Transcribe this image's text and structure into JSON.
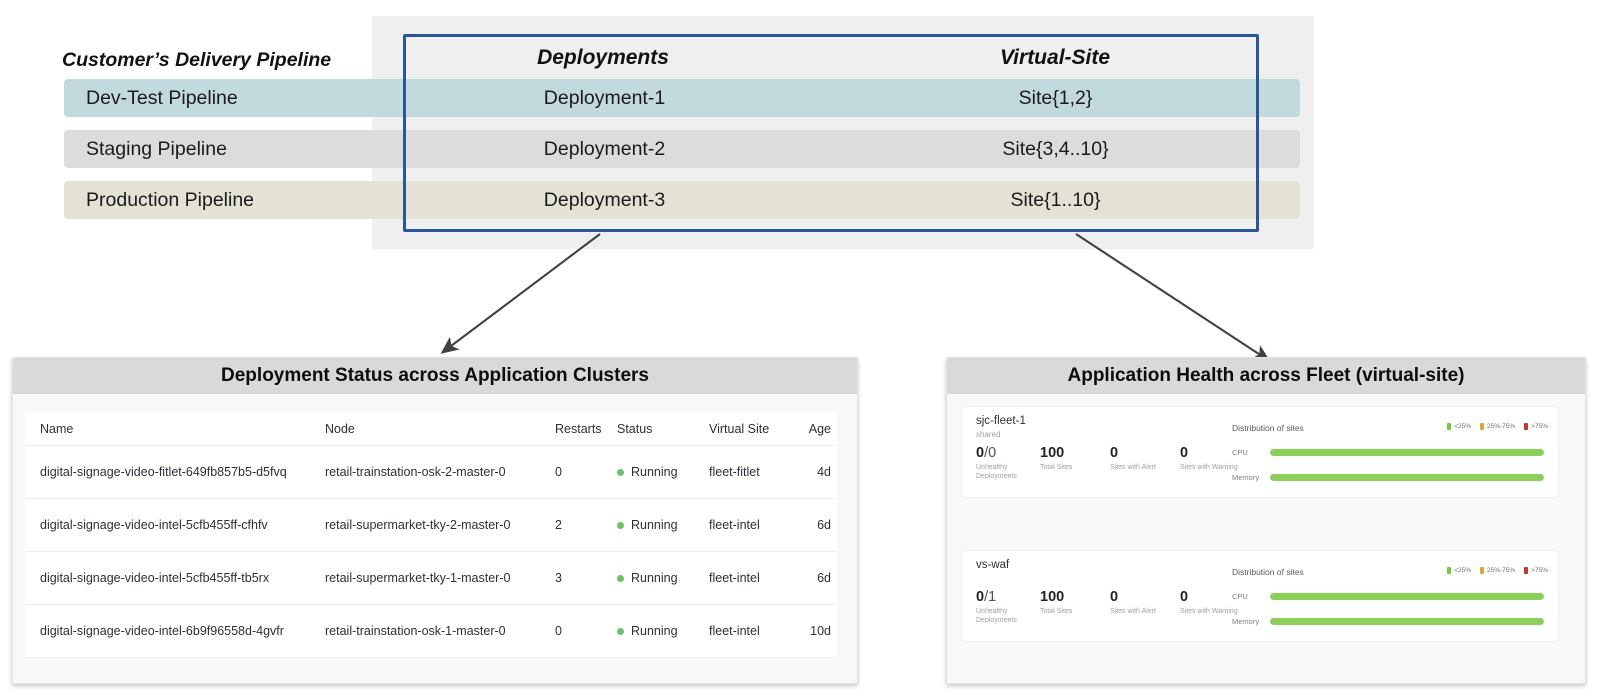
{
  "top_diagram": {
    "pipeline_header": "Customer’s Delivery Pipeline",
    "deployments_header": "Deployments",
    "virtual_site_header": "Virtual-Site",
    "rows": [
      {
        "pipeline": "Dev-Test Pipeline",
        "deployment": "Deployment-1",
        "virtual_site": "Site{1,2}",
        "color": "#c2d9dd"
      },
      {
        "pipeline": "Staging Pipeline",
        "deployment": "Deployment-2",
        "virtual_site": "Site{3,4..10}",
        "color": "#dcdcdc"
      },
      {
        "pipeline": "Production Pipeline",
        "deployment": "Deployment-3",
        "virtual_site": "Site{1..10}",
        "color": "#e4e1d5"
      }
    ],
    "highlight_border_color": "#2a5599",
    "panel_background": "#efefef"
  },
  "left_panel": {
    "title": "Deployment Status across Application Clusters",
    "columns": [
      "Name",
      "Node",
      "Restarts",
      "Status",
      "Virtual Site",
      "Age"
    ],
    "rows": [
      {
        "name": "digital-signage-video-fitlet-649fb857b5-d5fvq",
        "node": "retail-trainstation-osk-2-master-0",
        "restarts": "0",
        "status": "Running",
        "virtual_site": "fleet-fitlet",
        "age": "4d"
      },
      {
        "name": "digital-signage-video-intel-5cfb455ff-cfhfv",
        "node": "retail-supermarket-tky-2-master-0",
        "restarts": "2",
        "status": "Running",
        "virtual_site": "fleet-intel",
        "age": "6d"
      },
      {
        "name": "digital-signage-video-intel-5cfb455ff-tb5rx",
        "node": "retail-supermarket-tky-1-master-0",
        "restarts": "3",
        "status": "Running",
        "virtual_site": "fleet-intel",
        "age": "6d"
      },
      {
        "name": "digital-signage-video-intel-6b9f96558d-4gvfr",
        "node": "retail-trainstation-osk-1-master-0",
        "restarts": "0",
        "status": "Running",
        "virtual_site": "fleet-intel",
        "age": "10d"
      }
    ],
    "status_dot_color": "#6ac26a"
  },
  "right_panel": {
    "title": "Application Health across Fleet (virtual-site)",
    "distribution_label": "Distribution of sites",
    "legend": [
      {
        "label": "<25%",
        "color": "#7ac943"
      },
      {
        "label": "25%-75%",
        "color": "#e8a33d"
      },
      {
        "label": ">75%",
        "color": "#c0392b"
      }
    ],
    "cards": [
      {
        "name": "sjc-fleet-1",
        "subtitle": "shared",
        "stats": [
          {
            "value": "0",
            "denominator": "/0",
            "label": "Unhealthy Deployments"
          },
          {
            "value": "100",
            "denominator": "",
            "label": "Total Sites"
          },
          {
            "value": "0",
            "denominator": "",
            "label": "Sites with Alert"
          },
          {
            "value": "0",
            "denominator": "",
            "label": "Sites with Warning"
          }
        ],
        "bars": [
          {
            "label": "CPU",
            "percent": 100,
            "color": "#8cd05a"
          },
          {
            "label": "Memory",
            "percent": 100,
            "color": "#8cd05a"
          }
        ]
      },
      {
        "name": "vs-waf",
        "subtitle": "",
        "stats": [
          {
            "value": "0",
            "denominator": "/1",
            "label": "Unhealthy Deployments"
          },
          {
            "value": "100",
            "denominator": "",
            "label": "Total Sites"
          },
          {
            "value": "0",
            "denominator": "",
            "label": "Sites with Alert"
          },
          {
            "value": "0",
            "denominator": "",
            "label": "Sites with Warning"
          }
        ],
        "bars": [
          {
            "label": "CPU",
            "percent": 100,
            "color": "#8cd05a"
          },
          {
            "label": "Memory",
            "percent": 100,
            "color": "#8cd05a"
          }
        ]
      }
    ]
  }
}
